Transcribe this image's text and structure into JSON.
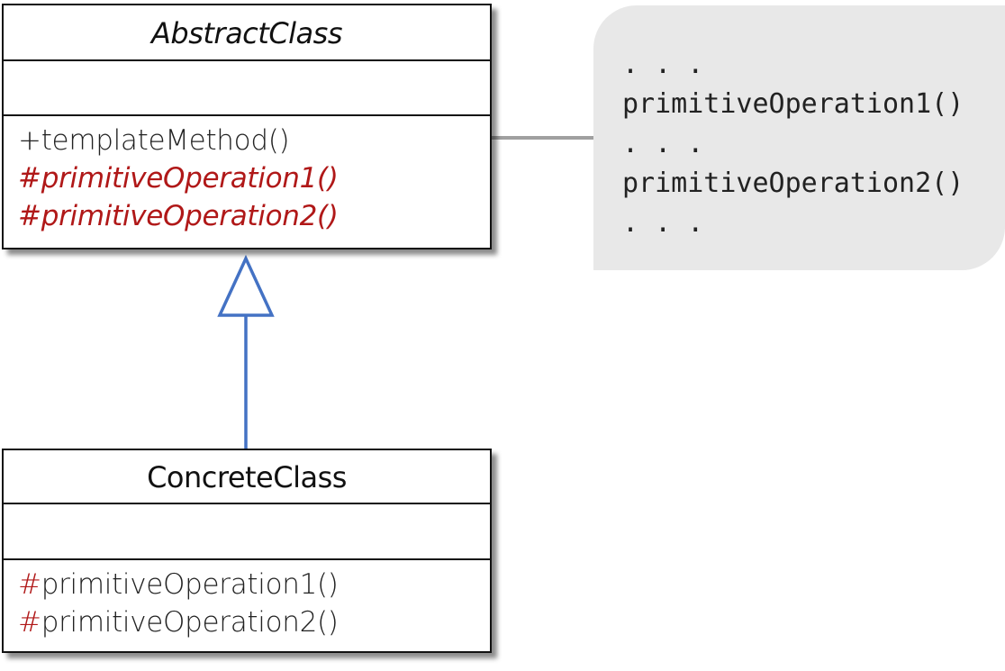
{
  "abstract_class": {
    "name": "AbstractClass",
    "operations": [
      {
        "visibility": "+",
        "name": "templateMethod()",
        "abstract": false
      },
      {
        "visibility": "#",
        "name": "primitiveOperation1()",
        "abstract": true
      },
      {
        "visibility": "#",
        "name": "primitiveOperation2()",
        "abstract": true
      }
    ]
  },
  "concrete_class": {
    "name": "ConcreteClass",
    "operations": [
      {
        "visibility": "#",
        "name": "primitiveOperation1()"
      },
      {
        "visibility": "#",
        "name": "primitiveOperation2()"
      }
    ]
  },
  "note": {
    "lines": [
      ". . .",
      "primitiveOperation1()",
      ". . .",
      "primitiveOperation2()",
      ". . ."
    ]
  },
  "colors": {
    "abstract_operation": "#b01818",
    "generalization_arrow": "#4472c4",
    "note_connector": "#a0a0a0",
    "note_background": "#e8e8e8"
  }
}
